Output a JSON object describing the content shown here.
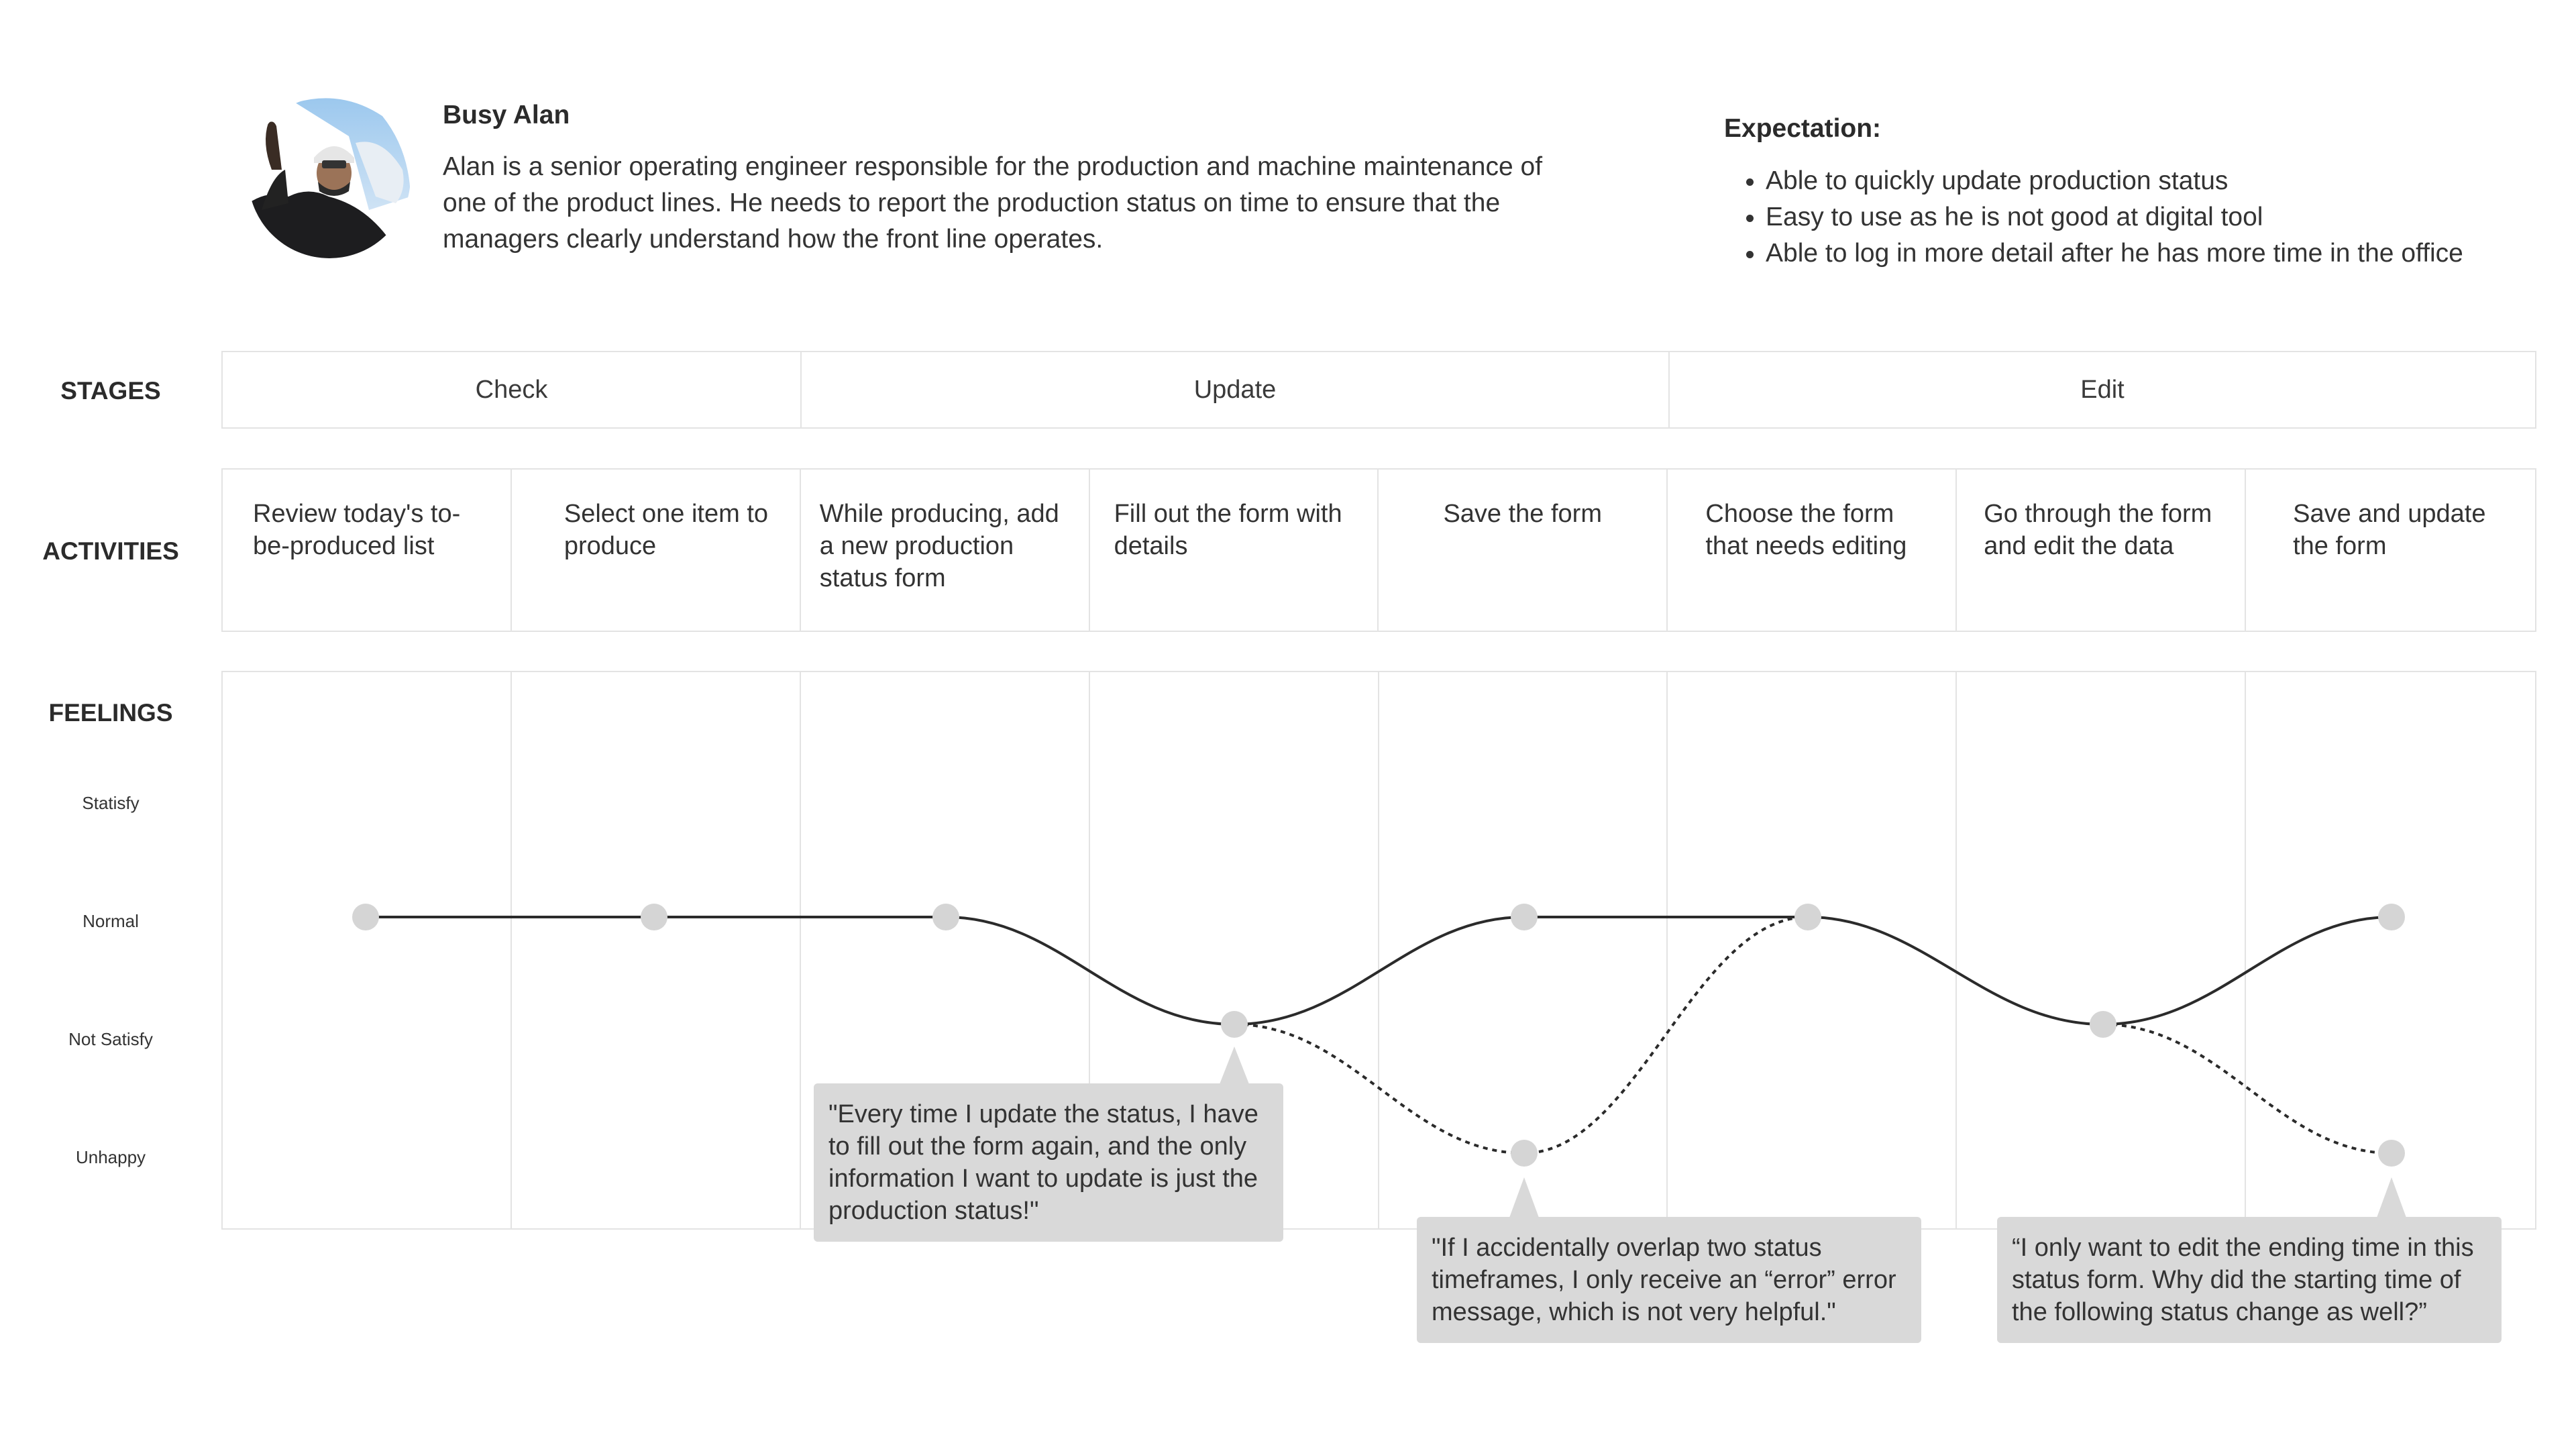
{
  "persona": {
    "name": "Busy Alan",
    "description": "Alan is a senior operating engineer responsible for the production and machine maintenance of one of the product lines. He needs to report the production status on time to ensure that the managers clearly understand how the front line operates.",
    "avatar_icon": "person-with-helmet-photo"
  },
  "expectation": {
    "title": "Expectation:",
    "items": [
      "Able to quickly update production status",
      "Easy to use as he is not good at digital tool",
      "Able to log in more detail after he has more time in the office"
    ]
  },
  "row_labels": {
    "stages": "STAGES",
    "activities": "ACTIVITIES",
    "feelings": "FEELINGS"
  },
  "feeling_levels": [
    "Statisfy",
    "Normal",
    "Not Satisfy",
    "Unhappy"
  ],
  "stages": [
    "Check",
    "Update",
    "Edit"
  ],
  "activities": [
    "Review today's to-be-produced list",
    "Select one item to produce",
    "While producing, add a new production status form",
    "Fill out the form with details",
    "Save the form",
    "Choose the form that needs editing",
    "Go through the form and edit the data",
    "Save and update the form"
  ],
  "journey": {
    "main_path": [
      "Normal",
      "Normal",
      "Normal",
      "Not Satisfy",
      "Normal",
      "Normal",
      "Not Satisfy",
      "Normal"
    ],
    "alternate_path": {
      "style": "dotted",
      "levels_by_activity": {
        "4": "Not Satisfy",
        "5": "Unhappy",
        "6": "Normal",
        "7": "Not Satisfy",
        "8": "Unhappy"
      }
    },
    "line_color": "#2b2b2b",
    "point_color": "#d5d5d5"
  },
  "quotes": [
    "\"Every time I update the status, I have to fill out the form again, and the only information I want to update is just the production status!\"",
    "\"If I accidentally overlap two status timeframes, I only receive an “error” error message, which is not very helpful.\"",
    "“I only want to edit the ending time in this status form. Why did the starting time of the following status change as well?”"
  ],
  "colors": {
    "grid_border": "#e3e3e3",
    "bubble_bg": "#d9d9d9"
  }
}
